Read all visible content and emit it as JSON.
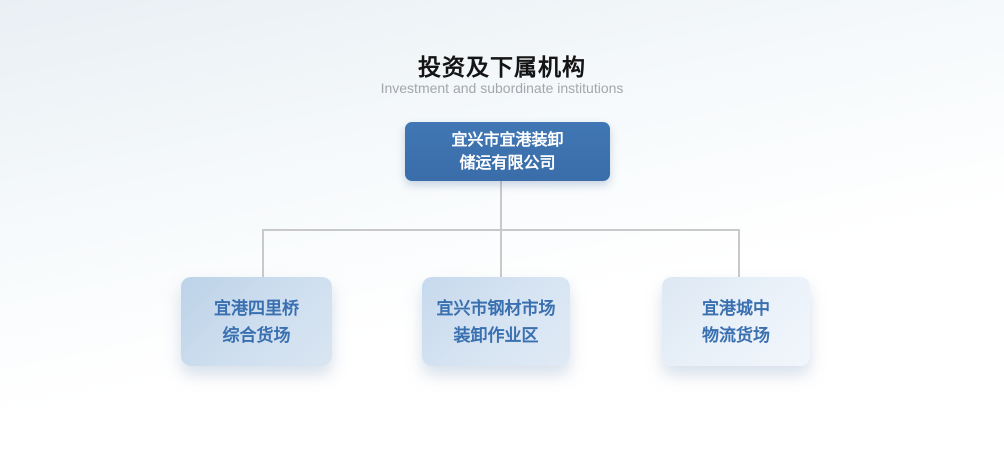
{
  "header": {
    "title": "投资及下属机构",
    "subtitle": "Investment and subordinate institutions"
  },
  "org_chart": {
    "root": {
      "name_line1": "宜兴市宜港装卸",
      "name_line2": "储运有限公司"
    },
    "children": [
      {
        "name_line1": "宜港四里桥",
        "name_line2": "综合货场"
      },
      {
        "name_line1": "宜兴市钢材市场",
        "name_line2": "装卸作业区"
      },
      {
        "name_line1": "宜港城中",
        "name_line2": "物流货场"
      }
    ]
  },
  "colors": {
    "root_box_bg": "#3d72ae",
    "root_box_text": "#ffffff",
    "child_box_text": "#3a70b0",
    "child_box_bg_1": "#c3d6ea",
    "child_box_bg_2": "#cddeef",
    "child_box_bg_3": "#e3ecf6",
    "connector": "#c9c9c9",
    "title_text": "#141414",
    "subtitle_text": "#a3a7ab"
  }
}
